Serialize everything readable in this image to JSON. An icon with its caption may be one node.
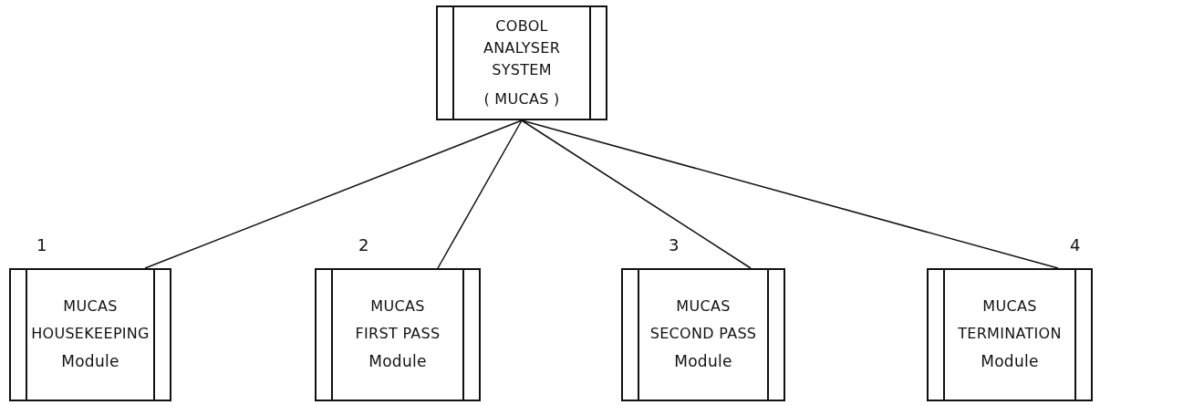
{
  "diagram": {
    "nodes": [
      {
        "text": [
          "COBOL ANALYSER SYSTEM",
          "( MUCAS )"
        ]
      },
      {
        "text": [
          "MUCAS",
          "HOUSEKEEPING",
          "Module"
        ],
        "beside": [
          "1"
        ]
      },
      {
        "text": [
          "MUCAS",
          "FIRST PASS",
          "Module"
        ],
        "beside": [
          "2"
        ]
      },
      {
        "text": [
          "MUCAS",
          "SECOND PASS",
          "Module"
        ],
        "beside": [
          "3"
        ]
      },
      {
        "text": [
          "MUCAS",
          "TERMINATION",
          "Module"
        ],
        "beside": [
          "4"
        ]
      }
    ],
    "edges": [
      {
        "from": 0,
        "to": 1,
        "arrow": "none"
      },
      {
        "from": 0,
        "to": 2,
        "arrow": "none"
      },
      {
        "from": 0,
        "to": 3,
        "arrow": "none"
      },
      {
        "from": 0,
        "to": 4,
        "arrow": "none"
      }
    ]
  }
}
